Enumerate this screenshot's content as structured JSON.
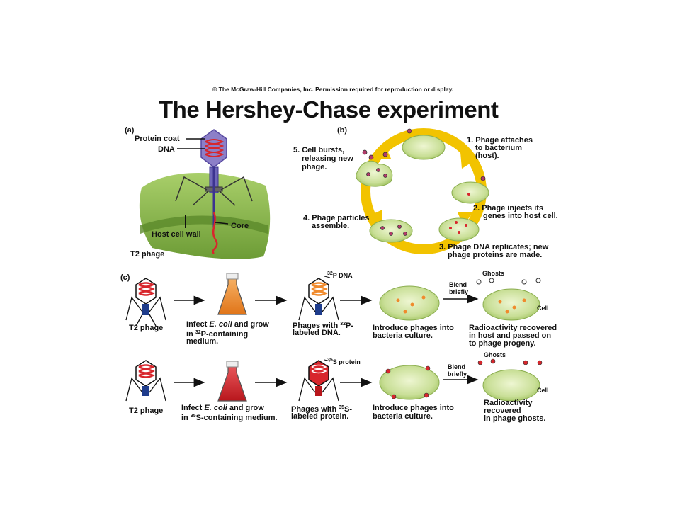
{
  "header": {
    "copyright": "© The McGraw-Hill Companies, Inc. Permission required for reproduction or display.",
    "title": "The Hershey-Chase experiment"
  },
  "panel_a": {
    "letter": "(a)",
    "protein_coat": "Protein coat",
    "dna": "DNA",
    "core": "Core",
    "host_cell_wall": "Host cell wall",
    "t2_phage": "T2 phage"
  },
  "panel_b": {
    "letter": "(b)",
    "step1": [
      "1. Phage attaches",
      "to bacterium",
      "(host)."
    ],
    "step2": [
      "2. Phage injects its",
      "genes into host cell."
    ],
    "step3": [
      "3. Phage DNA replicates; new",
      "phage proteins are made."
    ],
    "step4": [
      "4. Phage particles",
      "assemble."
    ],
    "step5": [
      "5. Cell bursts,",
      "releasing new",
      "phage."
    ]
  },
  "panel_c": {
    "letter": "(c)",
    "row1": {
      "t2_phage": "T2 phage",
      "infect_a": "Infect ",
      "infect_ecoli": "E. coli",
      "infect_b": " and grow",
      "infect_c": "in ",
      "infect_iso": "32",
      "infect_d": "P-containing",
      "infect_e": "medium.",
      "label_iso": "32",
      "label_top": "P DNA",
      "phages_a": "Phages with ",
      "phages_iso": "32",
      "phages_b": "P-",
      "phages_c": "labeled DNA.",
      "introduce": [
        "Introduce phages into",
        "bacteria culture."
      ],
      "blend": [
        "Blend",
        "briefly"
      ],
      "ghosts": "Ghosts",
      "cell": "Cell",
      "result": [
        "Radioactivity recovered",
        "in host and passed on",
        "to phage progeny."
      ]
    },
    "row2": {
      "t2_phage": "T2 phage",
      "infect_a": "Infect ",
      "infect_ecoli": "E. coli",
      "infect_b": " and grow",
      "infect_c": "in ",
      "infect_iso": "35",
      "infect_d": "S-containing medium.",
      "label_iso": "35",
      "label_top": "S protein",
      "phages_a": "Phages with ",
      "phages_iso": "35",
      "phages_b": "S-",
      "phages_c": "labeled protein.",
      "introduce": [
        "Introduce phages into",
        "bacteria culture."
      ],
      "blend": [
        "Blend",
        "briefly"
      ],
      "ghosts": "Ghosts",
      "cell": "Cell",
      "result": [
        "Radioactivity",
        "recovered",
        "in phage ghosts."
      ]
    }
  },
  "colors": {
    "cell_fill": "#cfe3a0",
    "host_green": "#8cba4e",
    "cycle_ring": "#f2c300",
    "dna_red": "#d8262c",
    "coat_blue": "#8c7fc8",
    "flask_orange": "#f08a2c",
    "flask_red": "#d8262c",
    "tail_blue": "#1e3c8c"
  }
}
